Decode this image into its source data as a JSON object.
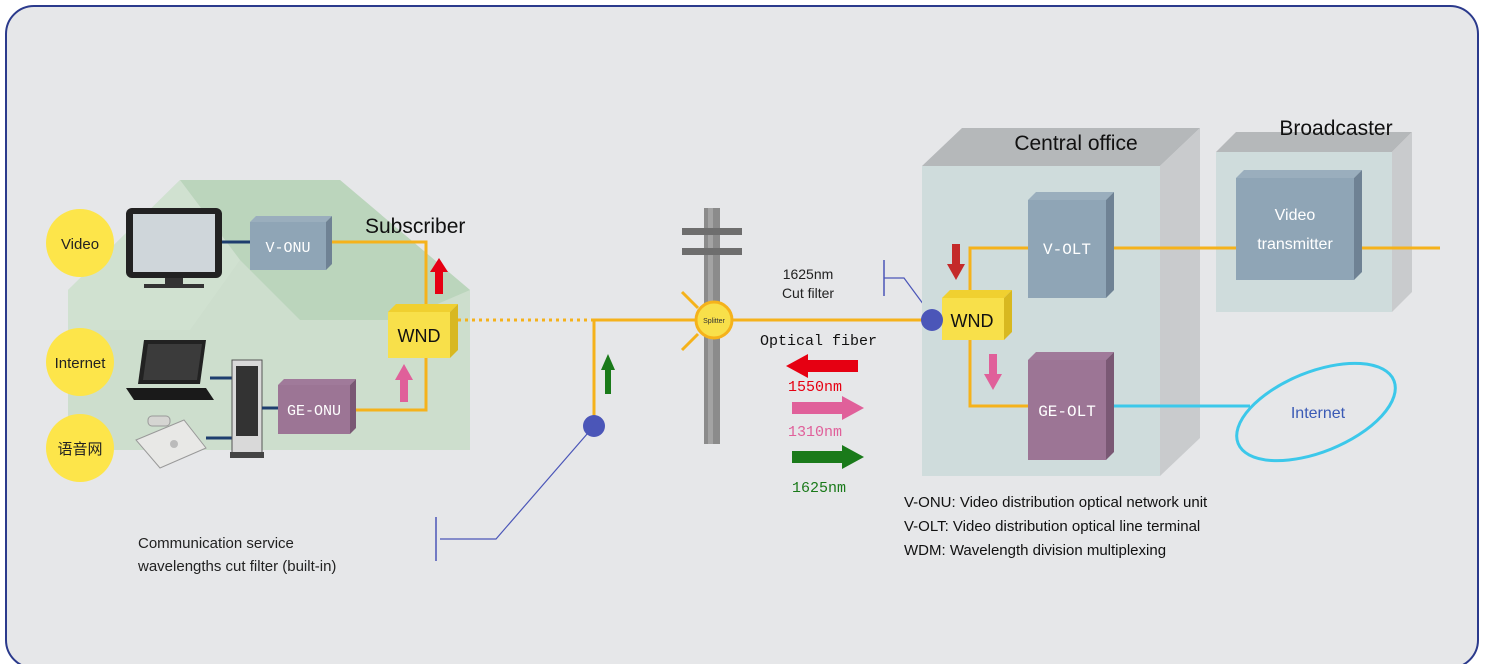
{
  "subscriber": {
    "title": "Subscriber",
    "services": [
      "Video",
      "Internet",
      "语音网"
    ],
    "v_onu": "V-ONU",
    "ge_onu": "GE-ONU",
    "wnd": "WND"
  },
  "splitter": "Splitter",
  "cut_filter_1625": [
    "1625nm",
    "Cut filter"
  ],
  "optical_fiber": "Optical fiber",
  "wavelengths": [
    {
      "label": "1550nm",
      "color": "#e60012"
    },
    {
      "label": "1310nm",
      "color": "#e0609a"
    },
    {
      "label": "1625nm",
      "color": "#1a7a1a"
    }
  ],
  "builtin_filter": [
    "Communication service",
    "wavelengths cut filter (built-in)"
  ],
  "central_office": {
    "title": "Central office",
    "wnd": "WND",
    "v_olt": "V-OLT",
    "ge_olt": "GE-OLT"
  },
  "broadcaster": {
    "title": "Broadcaster",
    "transmitter": [
      "Video",
      "transmitter"
    ]
  },
  "internet_cloud": "Internet",
  "legend": [
    "V-ONU: Video distribution optical network unit",
    "V-OLT: Video distribution optical line terminal",
    "WDM: Wavelength division multiplexing"
  ],
  "colors": {
    "fiber": "#f5b21b",
    "wnd_box": "#f8e04a",
    "service_circle": "#fde54a",
    "frame_border": "#2b3a8c",
    "internet_link": "#3cc8ea"
  }
}
